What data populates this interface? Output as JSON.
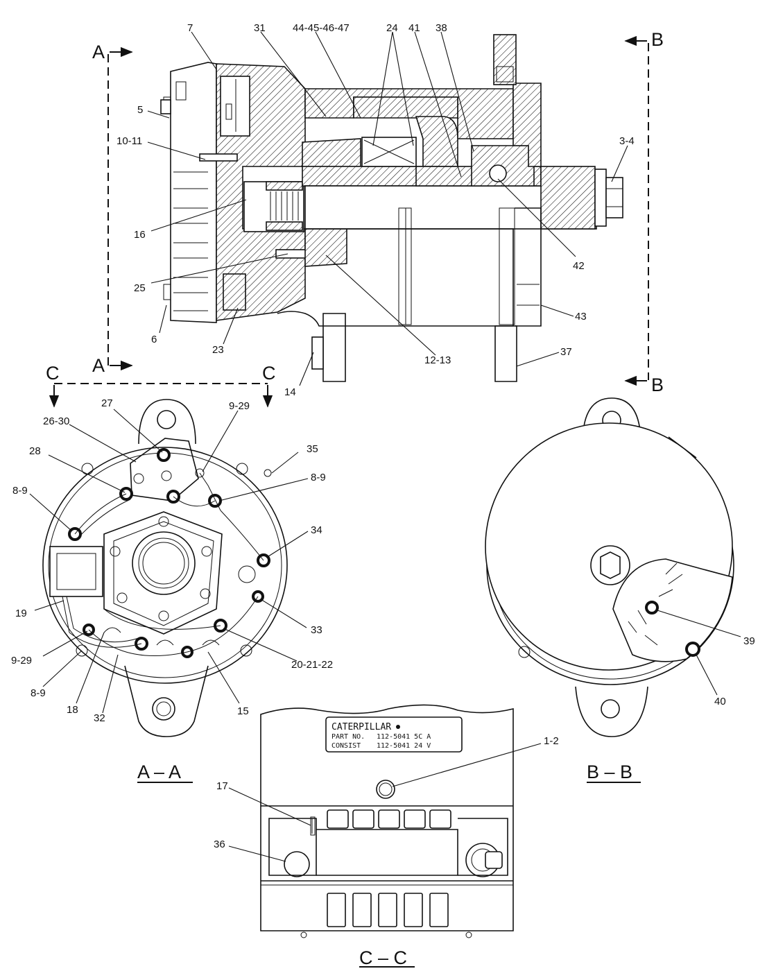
{
  "section_markers": {
    "a_top": "A",
    "a_bottom": "A",
    "b_top": "B",
    "b_bottom": "B",
    "c_left": "C",
    "c_right": "C"
  },
  "view_titles": {
    "aa": "A – A",
    "bb": "B – B",
    "cc": "C – C"
  },
  "callouts": {
    "c7": "7",
    "c31": "31",
    "c44_47": "44-45-46-47",
    "c24": "24",
    "c41": "41",
    "c38": "38",
    "c5": "5",
    "c10_11": "10-11",
    "c3_4": "3-4",
    "c16": "16",
    "c42": "42",
    "c25": "25",
    "c43": "43",
    "c6": "6",
    "c23": "23",
    "c12_13": "12-13",
    "c37": "37",
    "c14": "14",
    "c27": "27",
    "c9_29_top": "9-29",
    "c26_30": "26-30",
    "c35": "35",
    "c28": "28",
    "c8_9_right": "8-9",
    "c8_9_left": "8-9",
    "c34": "34",
    "c19": "19",
    "c33": "33",
    "c9_29_bottom": "9-29",
    "c20_22": "20-21-22",
    "c8_9_bottom": "8-9",
    "c15": "15",
    "c18": "18",
    "c32": "32",
    "c39": "39",
    "c40": "40",
    "c1_2": "1-2",
    "c17": "17",
    "c36": "36"
  },
  "nameplate": {
    "brand": "CATERPILLAR",
    "line1_label": "PART NO.",
    "line1_value": "112-5041 5C A",
    "line2_label": "CONSIST",
    "line2_value": "112-5041 24 V"
  }
}
